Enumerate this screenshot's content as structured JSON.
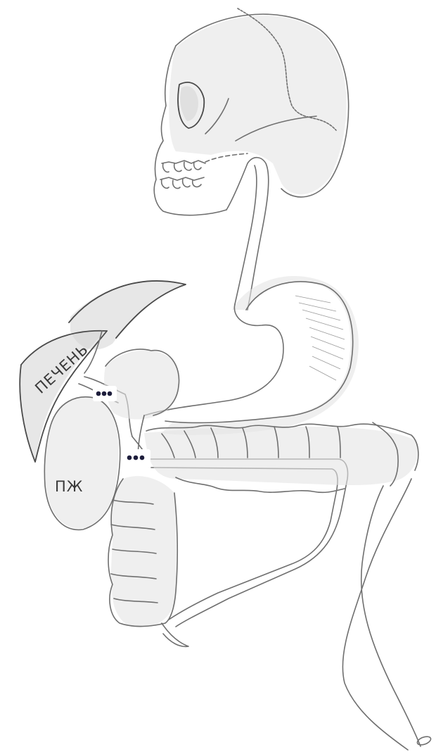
{
  "labels": {
    "liver": "ПЕЧЕНЬ",
    "pancreas": "ПЖ"
  },
  "markers": [
    {
      "id": "marker-bile-duct",
      "dots": 3
    },
    {
      "id": "marker-duodenum",
      "dots": 3
    }
  ],
  "colors": {
    "pencil": "#6f6f6f",
    "shading": "#d3d3d3",
    "marker_dots": "#1e1e3c"
  }
}
